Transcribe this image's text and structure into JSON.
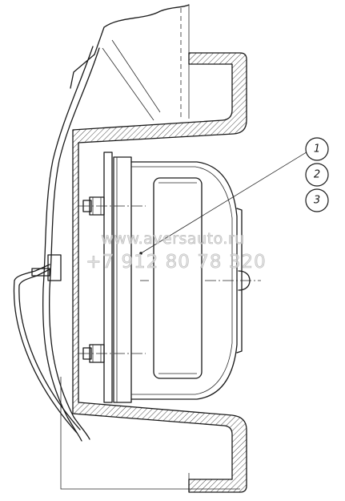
{
  "diagram": {
    "callouts": [
      {
        "label": "1"
      },
      {
        "label": "2"
      },
      {
        "label": "3"
      }
    ],
    "watermark": {
      "site": "www.aversauto.ru",
      "phone": "+7 912 80 78 320"
    }
  }
}
